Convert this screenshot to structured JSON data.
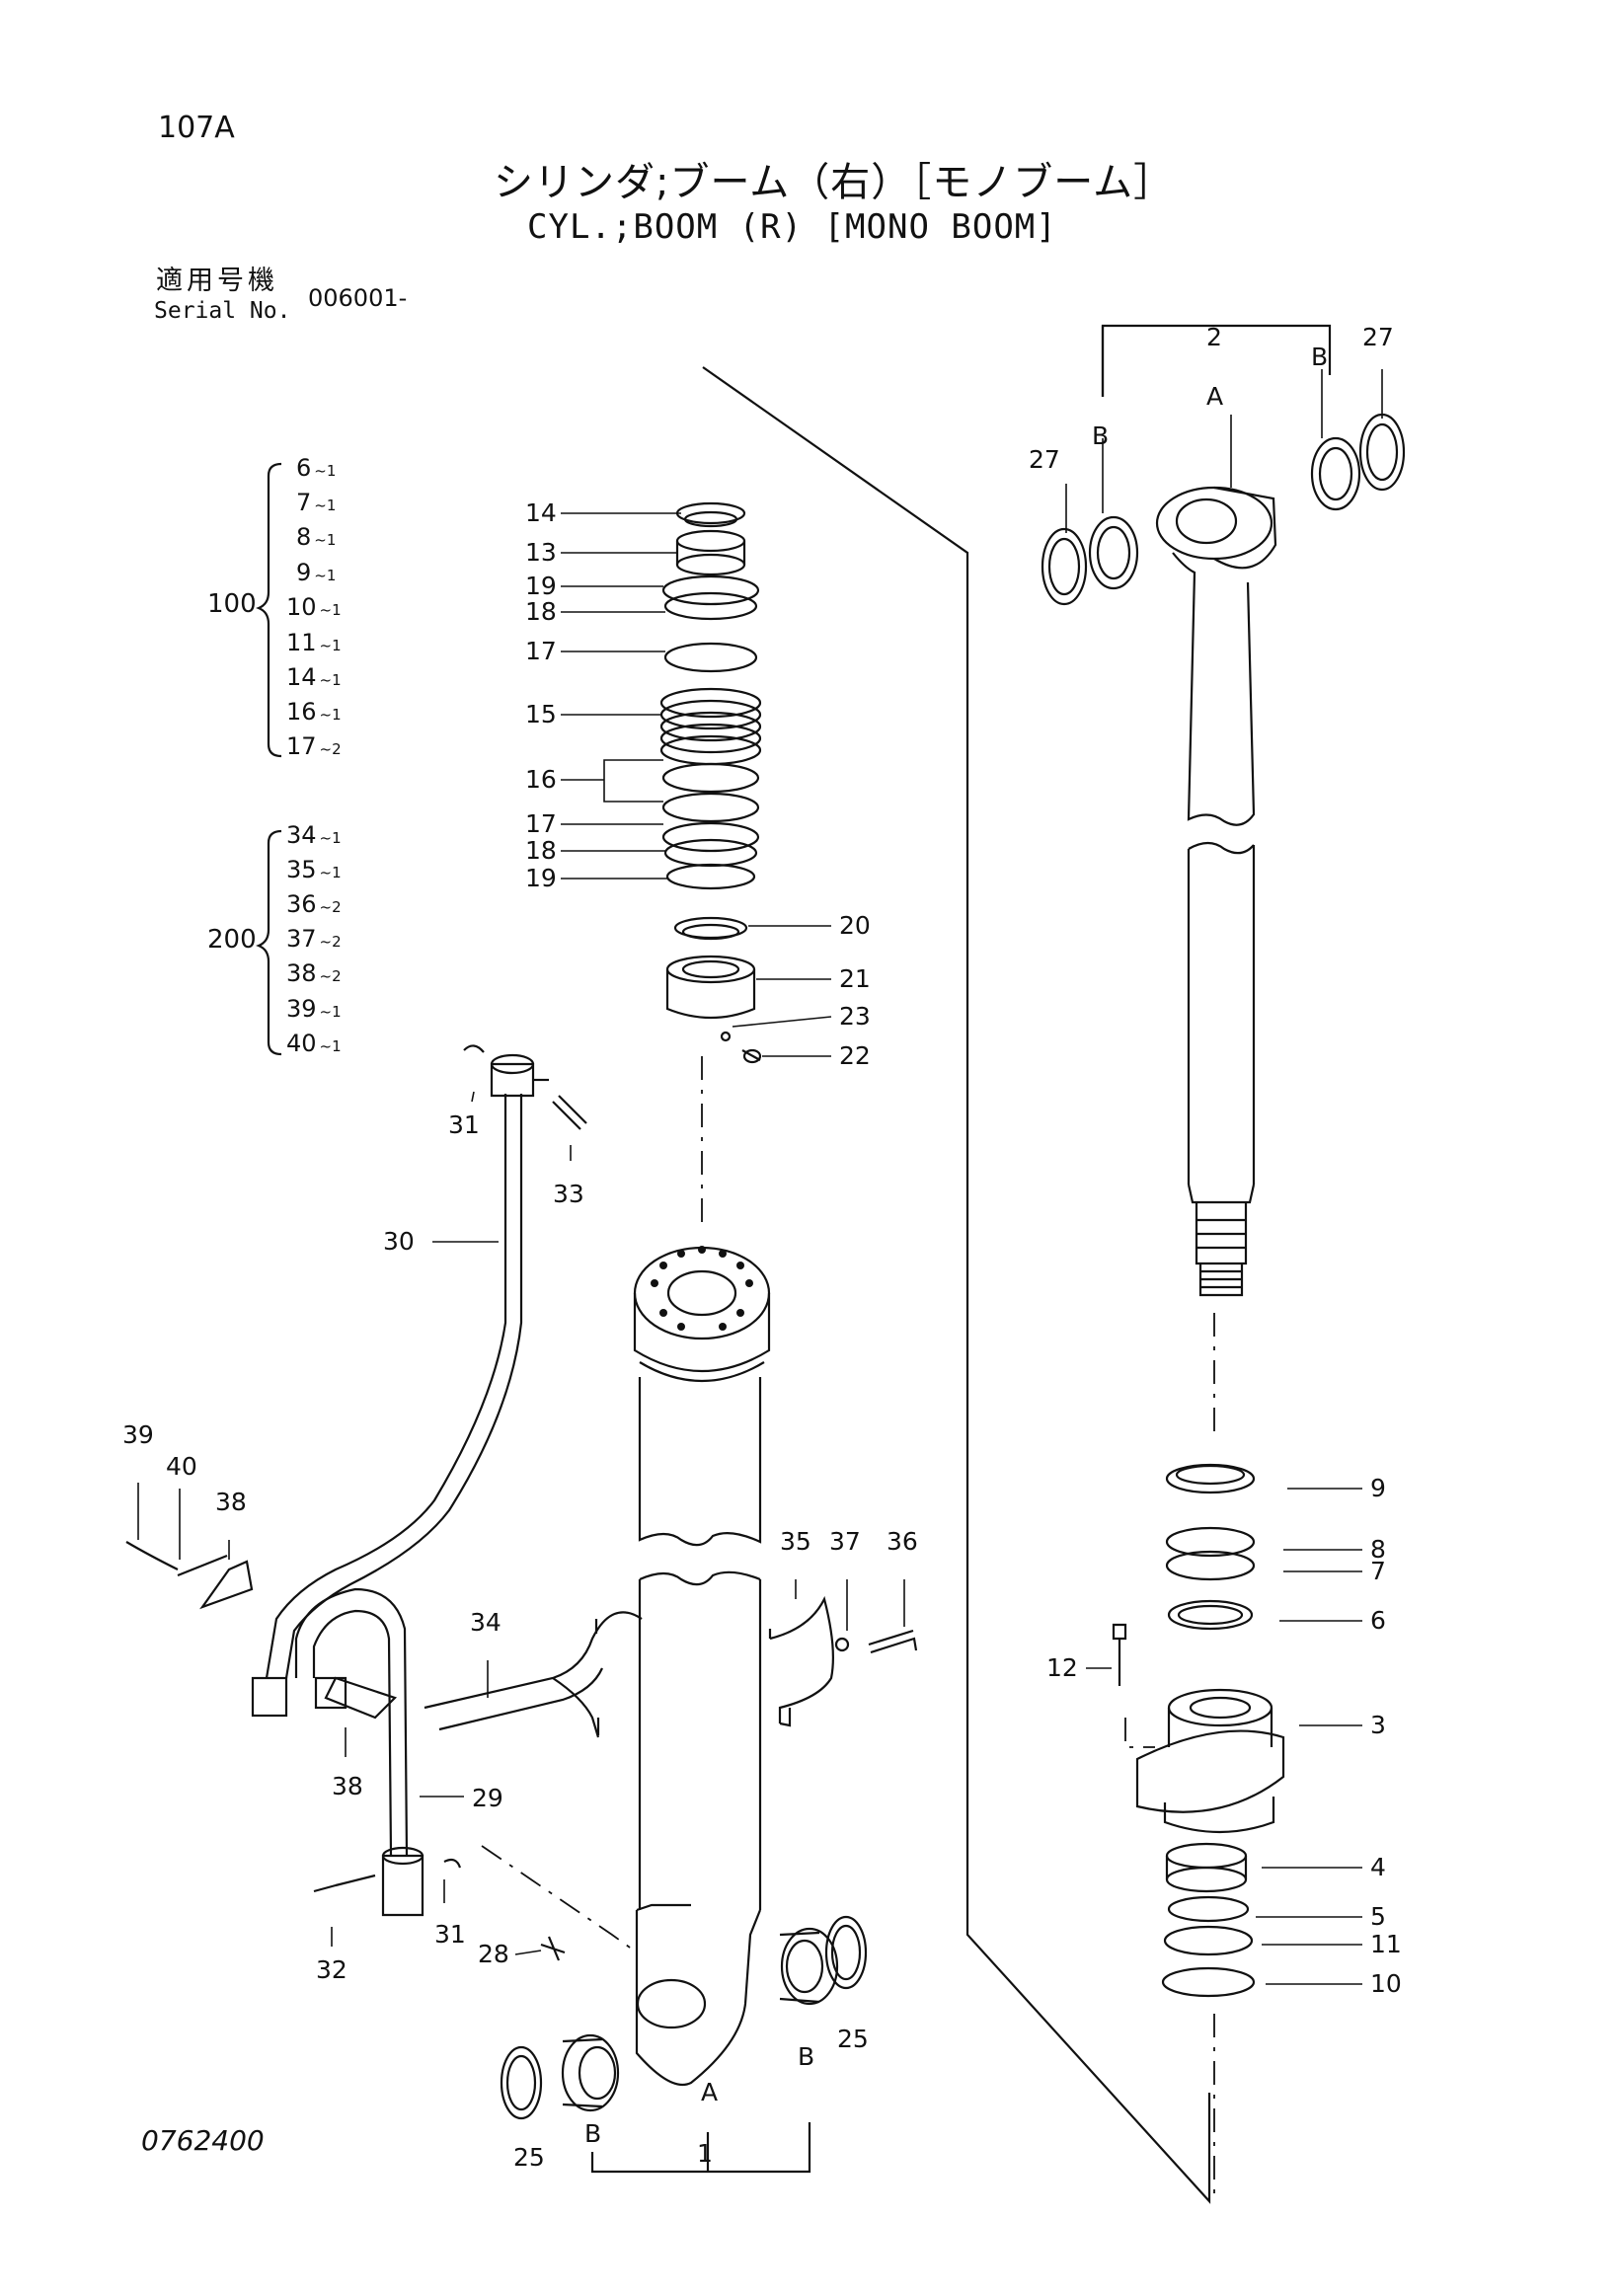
{
  "header": {
    "page_code": "107A",
    "title_jp": "シリンダ;ブーム（右）［モノブーム］",
    "title_en": "CYL.;BOOM (R) [MONO BOOM]",
    "serial_label_jp": "適用号機",
    "serial_label_en": "Serial No.",
    "serial_value": "006001-"
  },
  "kits": [
    {
      "number": "100",
      "items": [
        {
          "part": "6",
          "qty": "~1"
        },
        {
          "part": "7",
          "qty": "~1"
        },
        {
          "part": "8",
          "qty": "~1"
        },
        {
          "part": "9",
          "qty": "~1"
        },
        {
          "part": "10",
          "qty": "~1"
        },
        {
          "part": "11",
          "qty": "~1"
        },
        {
          "part": "14",
          "qty": "~1"
        },
        {
          "part": "16",
          "qty": "~1"
        },
        {
          "part": "17",
          "qty": "~2"
        }
      ]
    },
    {
      "number": "200",
      "items": [
        {
          "part": "34",
          "qty": "~1"
        },
        {
          "part": "35",
          "qty": "~1"
        },
        {
          "part": "36",
          "qty": "~2"
        },
        {
          "part": "37",
          "qty": "~2"
        },
        {
          "part": "38",
          "qty": "~2"
        },
        {
          "part": "39",
          "qty": "~1"
        },
        {
          "part": "40",
          "qty": "~1"
        }
      ]
    }
  ],
  "callouts": [
    "14",
    "13",
    "19",
    "18",
    "17",
    "15",
    "16",
    "17",
    "18",
    "19",
    "20",
    "21",
    "23",
    "22",
    "31",
    "33",
    "30",
    "39",
    "40",
    "38",
    "34",
    "35",
    "37",
    "36",
    "38",
    "29",
    "31",
    "32",
    "28",
    "25",
    "B",
    "A",
    "B",
    "1",
    "25",
    "2",
    "B",
    "A",
    "27",
    "27",
    "B",
    "9",
    "8",
    "7",
    "6",
    "12",
    "3",
    "4",
    "5",
    "11",
    "10"
  ],
  "footer": {
    "drawing_no": "0762400"
  }
}
